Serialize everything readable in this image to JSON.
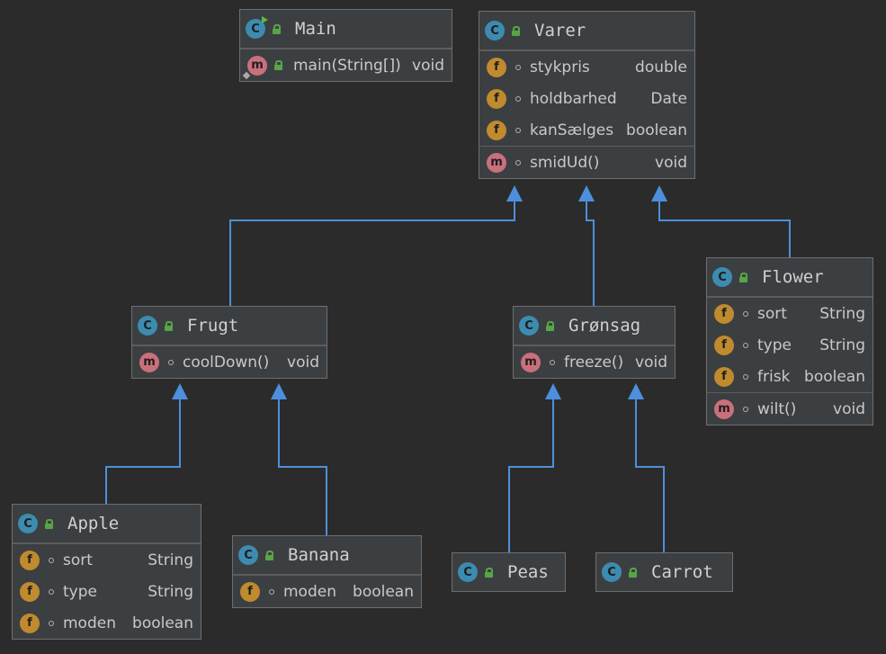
{
  "classes": {
    "main": {
      "name": "Main",
      "methods": [
        {
          "name": "main(String[])",
          "type": "void"
        }
      ]
    },
    "varer": {
      "name": "Varer",
      "fields": [
        {
          "name": "stykpris",
          "type": "double"
        },
        {
          "name": "holdbarhed",
          "type": "Date"
        },
        {
          "name": "kanSælges",
          "type": "boolean"
        }
      ],
      "methods": [
        {
          "name": "smidUd()",
          "type": "void"
        }
      ]
    },
    "frugt": {
      "name": "Frugt",
      "methods": [
        {
          "name": "coolDown()",
          "type": "void"
        }
      ]
    },
    "gronsag": {
      "name": "Grønsag",
      "methods": [
        {
          "name": "freeze()",
          "type": "void"
        }
      ]
    },
    "flower": {
      "name": "Flower",
      "fields": [
        {
          "name": "sort",
          "type": "String"
        },
        {
          "name": "type",
          "type": "String"
        },
        {
          "name": "frisk",
          "type": "boolean"
        }
      ],
      "methods": [
        {
          "name": "wilt()",
          "type": "void"
        }
      ]
    },
    "apple": {
      "name": "Apple",
      "fields": [
        {
          "name": "sort",
          "type": "String"
        },
        {
          "name": "type",
          "type": "String"
        },
        {
          "name": "moden",
          "type": "boolean"
        }
      ]
    },
    "banana": {
      "name": "Banana",
      "fields": [
        {
          "name": "moden",
          "type": "boolean"
        }
      ]
    },
    "peas": {
      "name": "Peas"
    },
    "carrot": {
      "name": "Carrot"
    }
  },
  "badges": {
    "class": "C",
    "field": "f",
    "method": "m"
  },
  "colors": {
    "background": "#2b2b2b",
    "node_fill": "#3c3f41",
    "edge": "#4d8fdc",
    "class_badge": "#3d8bb0",
    "field_badge": "#c08a2e",
    "method_badge": "#c9707c"
  },
  "inheritance": [
    {
      "from": "Frugt",
      "to": "Varer"
    },
    {
      "from": "Grønsag",
      "to": "Varer"
    },
    {
      "from": "Flower",
      "to": "Varer"
    },
    {
      "from": "Apple",
      "to": "Frugt"
    },
    {
      "from": "Banana",
      "to": "Frugt"
    },
    {
      "from": "Peas",
      "to": "Grønsag"
    },
    {
      "from": "Carrot",
      "to": "Grønsag"
    }
  ]
}
